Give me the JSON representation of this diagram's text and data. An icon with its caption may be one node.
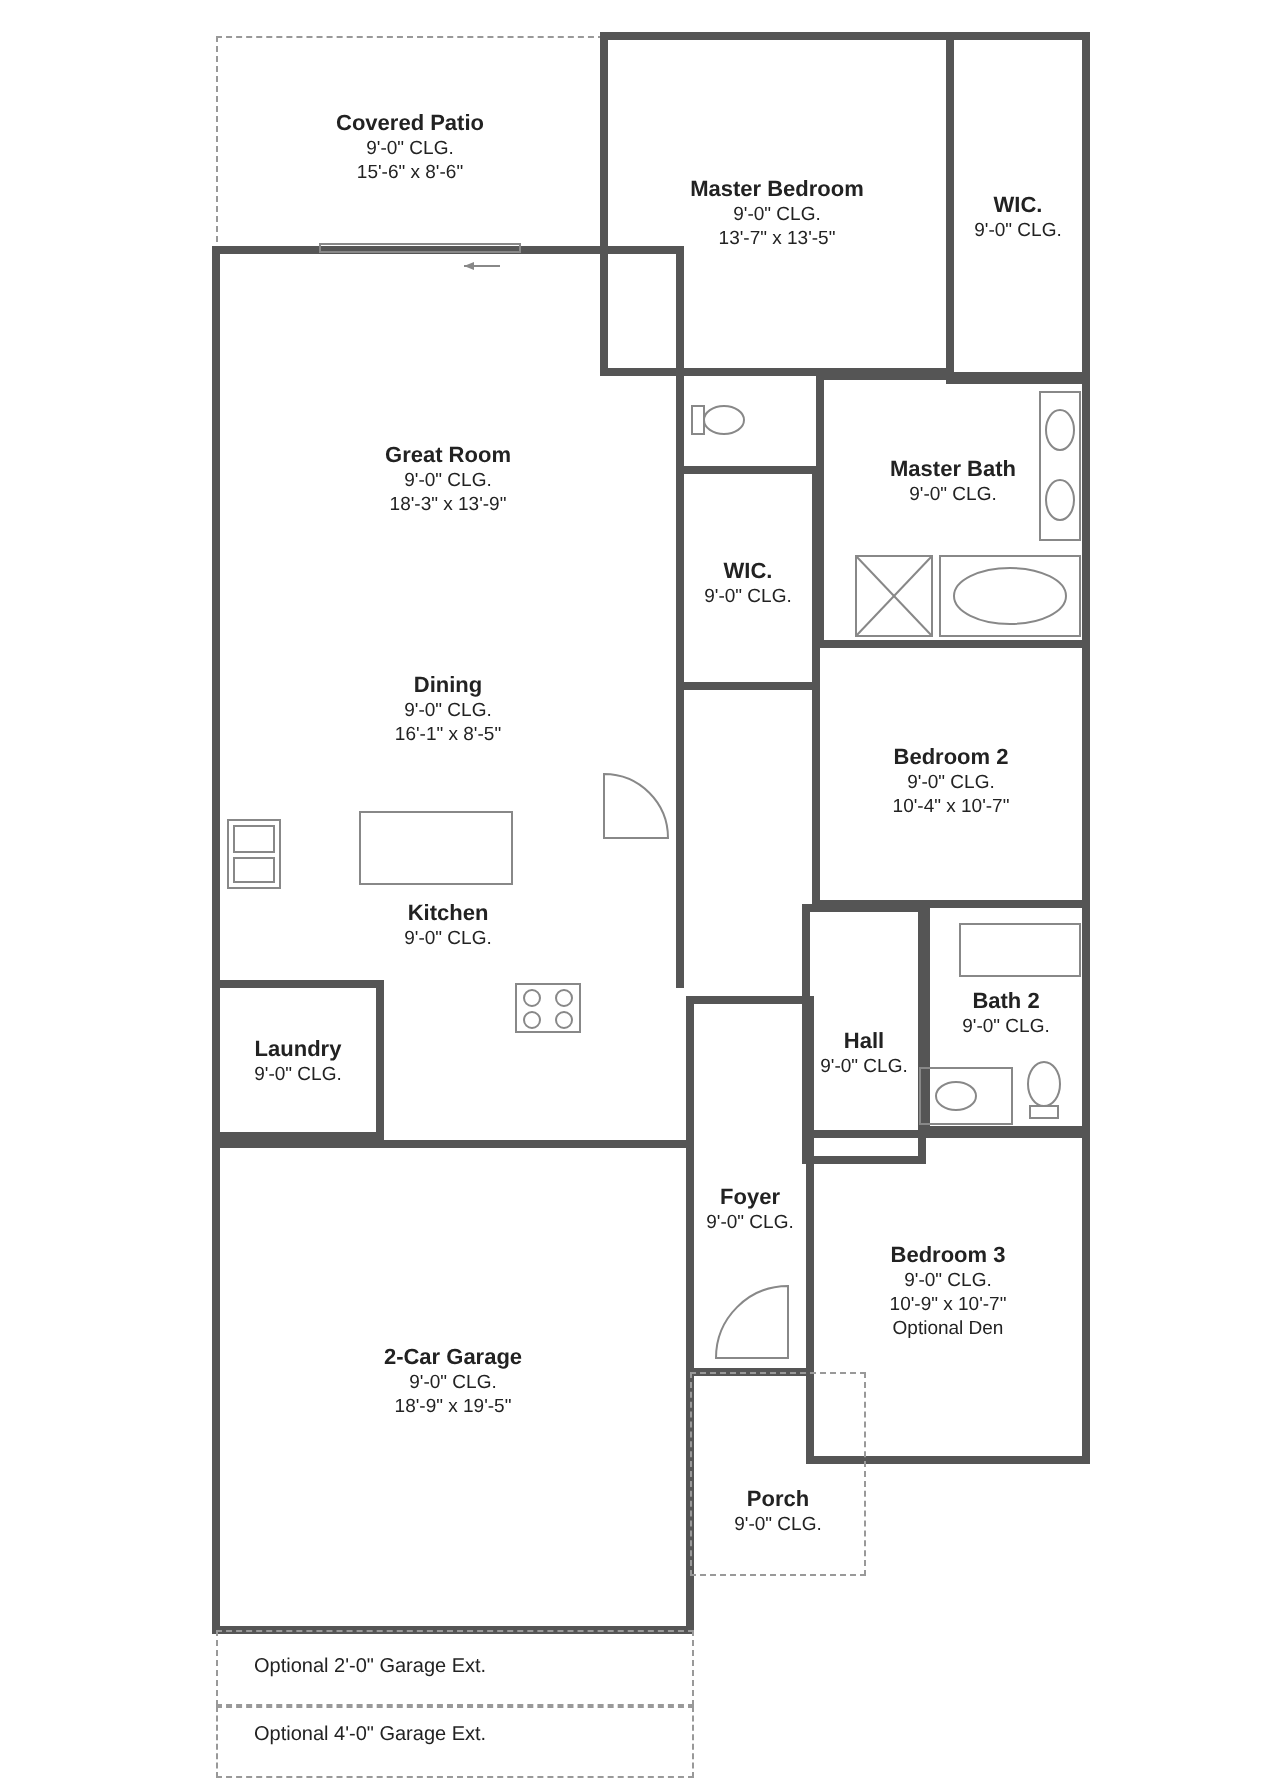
{
  "diagram": {
    "nodes": [
      {
        "text": [
          "Covered Patio",
          "9'-0\" CLG.",
          "15'-6\" x 8'-6\""
        ]
      },
      {
        "text": [
          "Master Bedroom",
          "9'-0\" CLG.",
          "13'-7\" x 13'-5\""
        ]
      },
      {
        "text": [
          "WIC.",
          "9'-0\" CLG."
        ]
      },
      {
        "text": [
          "Great Room",
          "9'-0\" CLG.",
          "18'-3\" x 13'-9\""
        ]
      },
      {
        "text": [
          "Master Bath",
          "9'-0\" CLG."
        ]
      },
      {
        "text": [
          "WIC.",
          "9'-0\" CLG."
        ]
      },
      {
        "text": [
          "Dining",
          "9'-0\" CLG.",
          "16'-1\" x 8'-5\""
        ]
      },
      {
        "text": [
          "Bedroom 2",
          "9'-0\" CLG.",
          "10'-4\" x 10'-7\""
        ]
      },
      {
        "text": [
          "Kitchen",
          "9'-0\" CLG."
        ]
      },
      {
        "text": [
          "Hall",
          "9'-0\" CLG."
        ]
      },
      {
        "text": [
          "Bath 2",
          "9'-0\" CLG."
        ]
      },
      {
        "text": [
          "Laundry",
          "9'-0\" CLG."
        ]
      },
      {
        "text": [
          "Foyer",
          "9'-0\" CLG."
        ]
      },
      {
        "text": [
          "Bedroom 3",
          "9'-0\" CLG.",
          "10'-9\" x 10'-7\"",
          "Optional Den"
        ]
      },
      {
        "text": [
          "2-Car Garage",
          "9'-0\" CLG.",
          "18'-9\" x 19'-5\""
        ]
      },
      {
        "text": [
          "Porch",
          "9'-0\" CLG."
        ]
      },
      {
        "text": [
          "Optional 2'-0\" Garage Ext."
        ]
      },
      {
        "text": [
          "Optional 4'-0\" Garage Ext."
        ]
      }
    ]
  }
}
